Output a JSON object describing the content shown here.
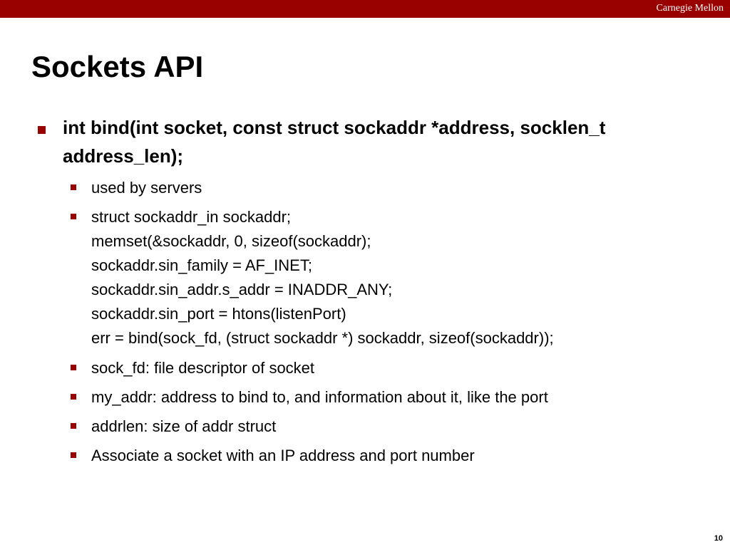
{
  "header": {
    "brand": "Carnegie Mellon"
  },
  "slide": {
    "title": "Sockets API",
    "main_bullet": "int bind(int socket, const struct sockaddr *address, socklen_t address_len);",
    "sub_bullets": [
      {
        "lines": [
          "used by servers"
        ]
      },
      {
        "lines": [
          "struct sockaddr_in sockaddr;",
          "memset(&sockaddr, 0, sizeof(sockaddr);",
          "sockaddr.sin_family = AF_INET;",
          "sockaddr.sin_addr.s_addr = INADDR_ANY;",
          "sockaddr.sin_port = htons(listenPort)",
          "err = bind(sock_fd, (struct sockaddr *) sockaddr, sizeof(sockaddr));"
        ]
      },
      {
        "lines": [
          "sock_fd: file descriptor of socket"
        ]
      },
      {
        "lines": [
          "my_addr: address to bind to, and information about it, like the port"
        ]
      },
      {
        "lines": [
          "addrlen: size of addr struct"
        ]
      },
      {
        "lines": [
          "Associate a socket with an IP address and port number"
        ]
      }
    ]
  },
  "footer": {
    "page_number": "10"
  },
  "colors": {
    "accent": "#990000",
    "text": "#000000",
    "background": "#ffffff"
  }
}
